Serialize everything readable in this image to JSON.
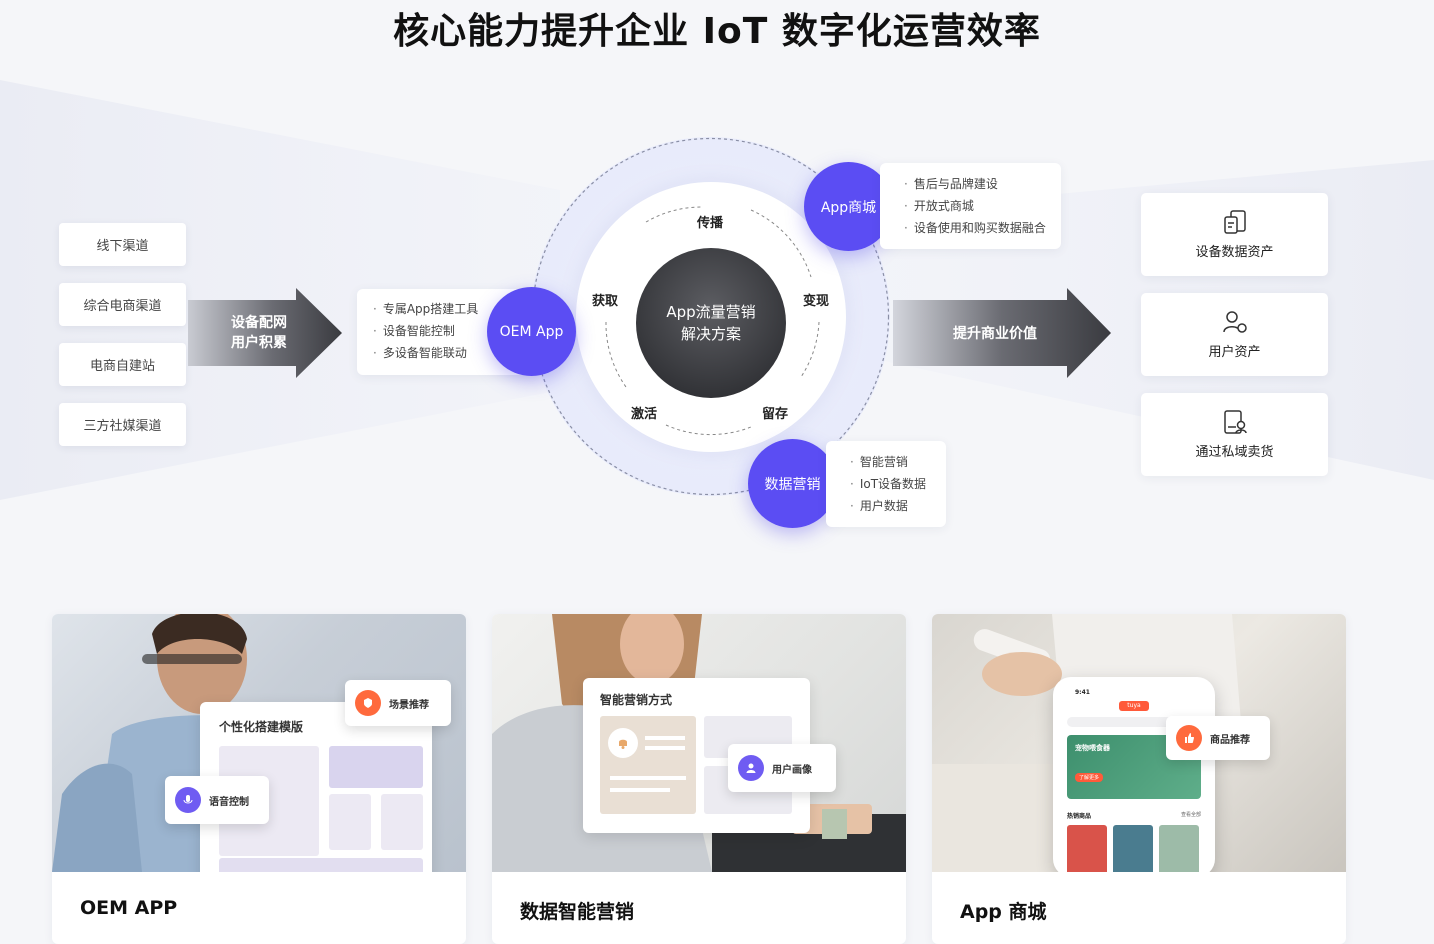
{
  "title": "核心能力提升企业 IoT 数字化运营效率",
  "channels": [
    "线下渠道",
    "综合电商渠道",
    "电商自建站",
    "三方社媒渠道"
  ],
  "left_arrow": {
    "line1": "设备配网",
    "line2": "用户积累"
  },
  "oem_features": [
    "专属App搭建工具",
    "设备智能控制",
    "多设备智能联动"
  ],
  "bubbles": {
    "oem": "OEM App",
    "mall": "App商城",
    "marketing": "数据营销"
  },
  "mall_features": [
    "售后与品牌建设",
    "开放式商城",
    "设备使用和购买数据融合"
  ],
  "marketing_features": [
    "智能营销",
    "IoT设备数据",
    "用户数据"
  ],
  "core": {
    "line1": "App流量营销",
    "line2": "解决方案"
  },
  "stages": {
    "spread": "传播",
    "acquire": "获取",
    "monetize": "变现",
    "activate": "激活",
    "retain": "留存"
  },
  "right_arrow": "提升商业价值",
  "assets": [
    "设备数据资产",
    "用户资产",
    "通过私域卖货"
  ],
  "cards": [
    {
      "label": "OEM APP",
      "overlay_title": "个性化搭建模版",
      "pill_a": "场景推荐",
      "pill_b": "语音控制"
    },
    {
      "label": "数据智能营销",
      "overlay_title": "智能营销方式",
      "pill_a": "用户画像"
    },
    {
      "label": "App 商城",
      "pill_a": "商品推荐",
      "phone_time": "9:41",
      "phone_brand": "tuya",
      "phone_banner": "宠物喂食器",
      "phone_btn": "了解更多",
      "phone_section": "热销商品",
      "phone_more": "查看全部"
    }
  ],
  "colors": {
    "accent": "#5b4df3",
    "core": "#3a3b40",
    "bg": "#f5f6f9"
  }
}
